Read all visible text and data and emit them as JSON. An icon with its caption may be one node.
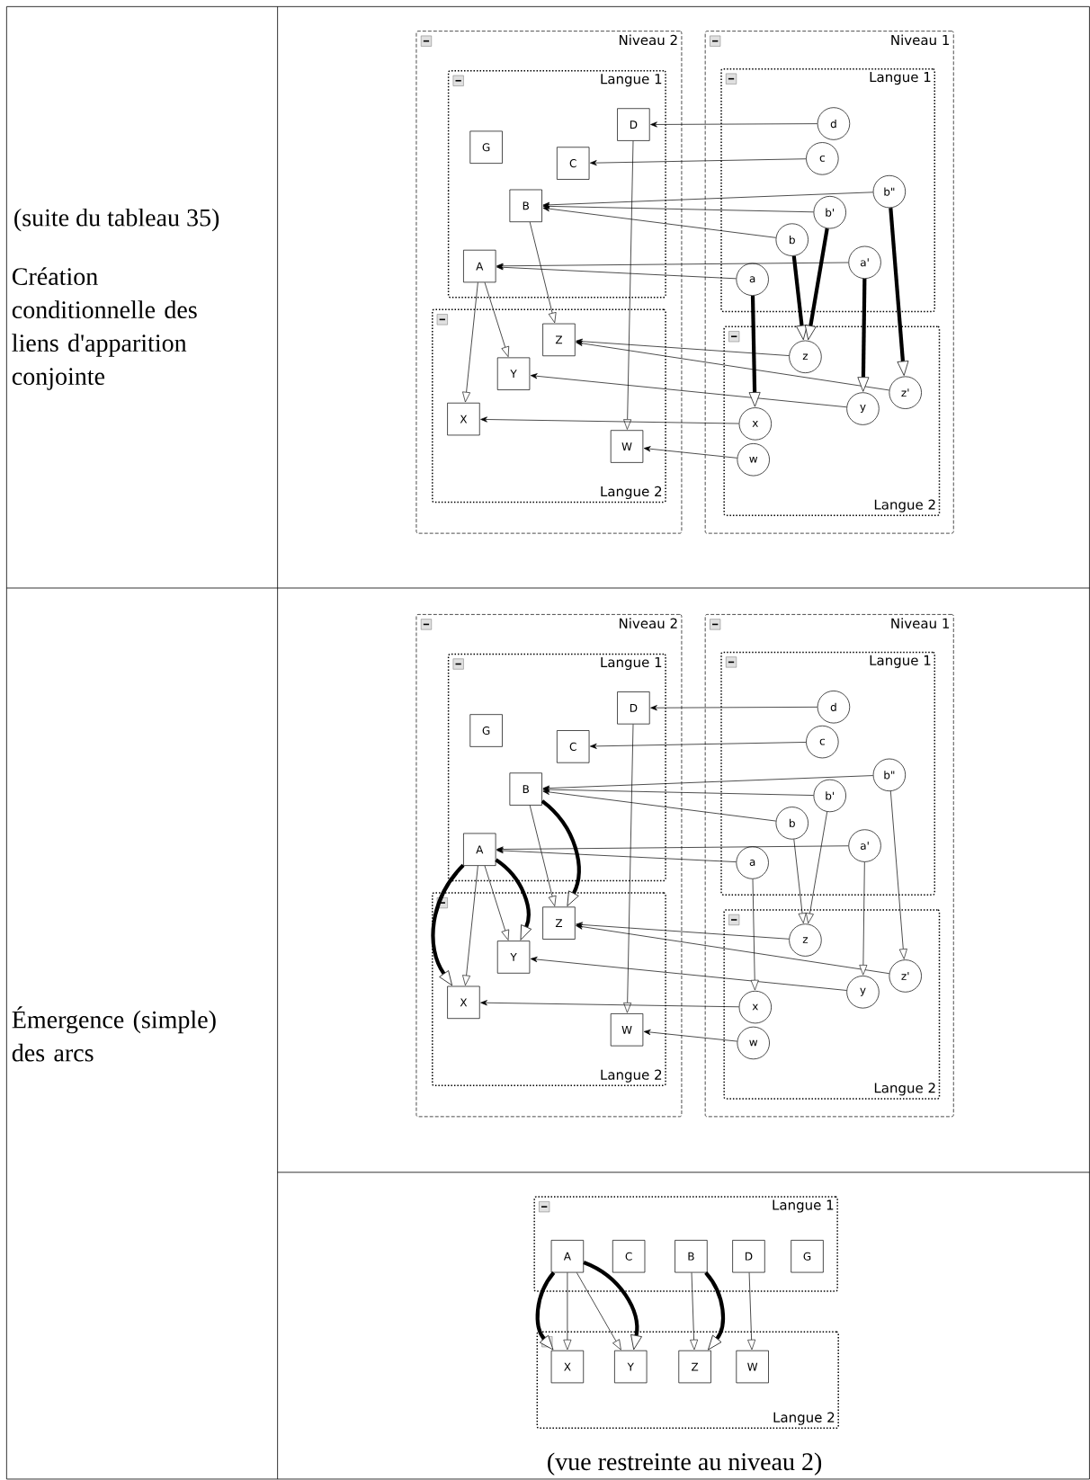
{
  "diagram": {
    "nodes": [
      {
        "text": [
          "Niveau 2"
        ]
      },
      {
        "text": [
          "Langue 1"
        ],
        "in": 0
      },
      {
        "text": [
          "D"
        ],
        "in": 1
      },
      {
        "text": [
          "G"
        ],
        "in": 1
      },
      {
        "text": [
          "C"
        ],
        "in": 1
      },
      {
        "text": [
          "B"
        ],
        "in": 1
      },
      {
        "text": [
          "A"
        ],
        "in": 1
      },
      {
        "text": [
          "Langue 2"
        ],
        "in": 0
      },
      {
        "text": [
          "Z"
        ],
        "in": 7
      },
      {
        "text": [
          "Y"
        ],
        "in": 7
      },
      {
        "text": [
          "X"
        ],
        "in": 7
      },
      {
        "text": [
          "W"
        ],
        "in": 7
      },
      {
        "text": [
          "Niveau 1"
        ]
      },
      {
        "text": [
          "Langue 1"
        ],
        "in": 12
      },
      {
        "text": [
          "d"
        ],
        "in": 13
      },
      {
        "text": [
          "c"
        ],
        "in": 13
      },
      {
        "text": [
          "b\""
        ],
        "in": 13
      },
      {
        "text": [
          "b'"
        ],
        "in": 13
      },
      {
        "text": [
          "b"
        ],
        "in": 13
      },
      {
        "text": [
          "a'"
        ],
        "in": 13
      },
      {
        "text": [
          "a"
        ],
        "in": 13
      },
      {
        "text": [
          "Langue 2"
        ],
        "in": 12
      },
      {
        "text": [
          "z"
        ],
        "in": 21
      },
      {
        "text": [
          "z'"
        ],
        "in": 21
      },
      {
        "text": [
          "y"
        ],
        "in": 21
      },
      {
        "text": [
          "x"
        ],
        "in": 21
      },
      {
        "text": [
          "w"
        ],
        "in": 21
      },
      {
        "text": [
          "Niveau 2"
        ]
      },
      {
        "text": [
          "Langue 1"
        ],
        "in": 27
      },
      {
        "text": [
          "D"
        ],
        "in": 28
      },
      {
        "text": [
          "G"
        ],
        "in": 28
      },
      {
        "text": [
          "C"
        ],
        "in": 28
      },
      {
        "text": [
          "B"
        ],
        "in": 28
      },
      {
        "text": [
          "A"
        ],
        "in": 28
      },
      {
        "text": [
          "Langue 2"
        ],
        "in": 27
      },
      {
        "text": [
          "Z"
        ],
        "in": 34
      },
      {
        "text": [
          "Y"
        ],
        "in": 34
      },
      {
        "text": [
          "X"
        ],
        "in": 34
      },
      {
        "text": [
          "W"
        ],
        "in": 34
      },
      {
        "text": [
          "Niveau 1"
        ]
      },
      {
        "text": [
          "Langue 1"
        ],
        "in": 39
      },
      {
        "text": [
          "d"
        ],
        "in": 40
      },
      {
        "text": [
          "c"
        ],
        "in": 40
      },
      {
        "text": [
          "b\""
        ],
        "in": 40
      },
      {
        "text": [
          "b'"
        ],
        "in": 40
      },
      {
        "text": [
          "b"
        ],
        "in": 40
      },
      {
        "text": [
          "a'"
        ],
        "in": 40
      },
      {
        "text": [
          "a"
        ],
        "in": 40
      },
      {
        "text": [
          "Langue 2"
        ],
        "in": 39
      },
      {
        "text": [
          "z"
        ],
        "in": 48
      },
      {
        "text": [
          "z'"
        ],
        "in": 48
      },
      {
        "text": [
          "y"
        ],
        "in": 48
      },
      {
        "text": [
          "x"
        ],
        "in": 48
      },
      {
        "text": [
          "w"
        ],
        "in": 48
      },
      {
        "text": [
          "Langue 1"
        ]
      },
      {
        "text": [
          "A"
        ],
        "in": 54
      },
      {
        "text": [
          "C"
        ],
        "in": 54
      },
      {
        "text": [
          "B"
        ],
        "in": 54
      },
      {
        "text": [
          "D"
        ],
        "in": 54
      },
      {
        "text": [
          "G"
        ],
        "in": 54
      },
      {
        "text": [
          "Langue 2"
        ]
      },
      {
        "text": [
          "X"
        ],
        "in": 60
      },
      {
        "text": [
          "Y"
        ],
        "in": 60
      },
      {
        "text": [
          "Z"
        ],
        "in": 60
      },
      {
        "text": [
          "W"
        ],
        "in": 60
      }
    ],
    "edges": [
      {
        "from": 14,
        "to": 2,
        "arrow": "to"
      },
      {
        "from": 15,
        "to": 4,
        "arrow": "to"
      },
      {
        "from": 16,
        "to": 5,
        "arrow": "to"
      },
      {
        "from": 17,
        "to": 5,
        "arrow": "to"
      },
      {
        "from": 18,
        "to": 5,
        "arrow": "to"
      },
      {
        "from": 19,
        "to": 6,
        "arrow": "to"
      },
      {
        "from": 20,
        "to": 6,
        "arrow": "to"
      },
      {
        "from": 5,
        "to": 8,
        "arrow": "to"
      },
      {
        "from": 6,
        "to": 9,
        "arrow": "to"
      },
      {
        "from": 6,
        "to": 10,
        "arrow": "to"
      },
      {
        "from": 2,
        "to": 11,
        "arrow": "to"
      },
      {
        "from": 22,
        "to": 8,
        "arrow": "to"
      },
      {
        "from": 23,
        "to": 8,
        "arrow": "to"
      },
      {
        "from": 24,
        "to": 9,
        "arrow": "to"
      },
      {
        "from": 25,
        "to": 10,
        "arrow": "to"
      },
      {
        "from": 26,
        "to": 11,
        "arrow": "to"
      },
      {
        "from": 18,
        "to": 22,
        "arrow": "to",
        "style": "thick"
      },
      {
        "from": 17,
        "to": 22,
        "arrow": "to",
        "style": "thick"
      },
      {
        "from": 20,
        "to": 25,
        "arrow": "to",
        "style": "thick"
      },
      {
        "from": 19,
        "to": 24,
        "arrow": "to",
        "style": "thick"
      },
      {
        "from": 16,
        "to": 23,
        "arrow": "to",
        "style": "thick"
      },
      {
        "from": 41,
        "to": 29,
        "arrow": "to"
      },
      {
        "from": 42,
        "to": 31,
        "arrow": "to"
      },
      {
        "from": 43,
        "to": 32,
        "arrow": "to"
      },
      {
        "from": 44,
        "to": 32,
        "arrow": "to"
      },
      {
        "from": 45,
        "to": 32,
        "arrow": "to"
      },
      {
        "from": 46,
        "to": 33,
        "arrow": "to"
      },
      {
        "from": 47,
        "to": 33,
        "arrow": "to"
      },
      {
        "from": 32,
        "to": 35,
        "arrow": "to"
      },
      {
        "from": 33,
        "to": 36,
        "arrow": "to"
      },
      {
        "from": 33,
        "to": 37,
        "arrow": "to"
      },
      {
        "from": 29,
        "to": 38,
        "arrow": "to"
      },
      {
        "from": 49,
        "to": 35,
        "arrow": "to"
      },
      {
        "from": 50,
        "to": 35,
        "arrow": "to"
      },
      {
        "from": 51,
        "to": 36,
        "arrow": "to"
      },
      {
        "from": 52,
        "to": 37,
        "arrow": "to"
      },
      {
        "from": 53,
        "to": 38,
        "arrow": "to"
      },
      {
        "from": 45,
        "to": 49,
        "arrow": "to"
      },
      {
        "from": 44,
        "to": 49,
        "arrow": "to"
      },
      {
        "from": 47,
        "to": 52,
        "arrow": "to"
      },
      {
        "from": 46,
        "to": 51,
        "arrow": "to"
      },
      {
        "from": 43,
        "to": 50,
        "arrow": "to"
      },
      {
        "from": 32,
        "to": 35,
        "arrow": "to",
        "style": "thick"
      },
      {
        "from": 33,
        "to": 37,
        "arrow": "to",
        "style": "thick"
      },
      {
        "from": 33,
        "to": 36,
        "arrow": "to",
        "style": "thick"
      },
      {
        "from": 55,
        "to": 61,
        "arrow": "to"
      },
      {
        "from": 55,
        "to": 62,
        "arrow": "to"
      },
      {
        "from": 57,
        "to": 63,
        "arrow": "to"
      },
      {
        "from": 58,
        "to": 64,
        "arrow": "to"
      },
      {
        "from": 55,
        "to": 61,
        "arrow": "to",
        "style": "thick"
      },
      {
        "from": 55,
        "to": 62,
        "arrow": "to",
        "style": "thick"
      },
      {
        "from": 57,
        "to": 63,
        "arrow": "to",
        "style": "thick"
      }
    ],
    "labels": [
      "(suite du tableau 35)",
      "Création conditionnelle des liens d'apparition conjointe",
      "Émergence (simple) des arcs",
      "(vue restreinte au niveau 2)"
    ]
  }
}
